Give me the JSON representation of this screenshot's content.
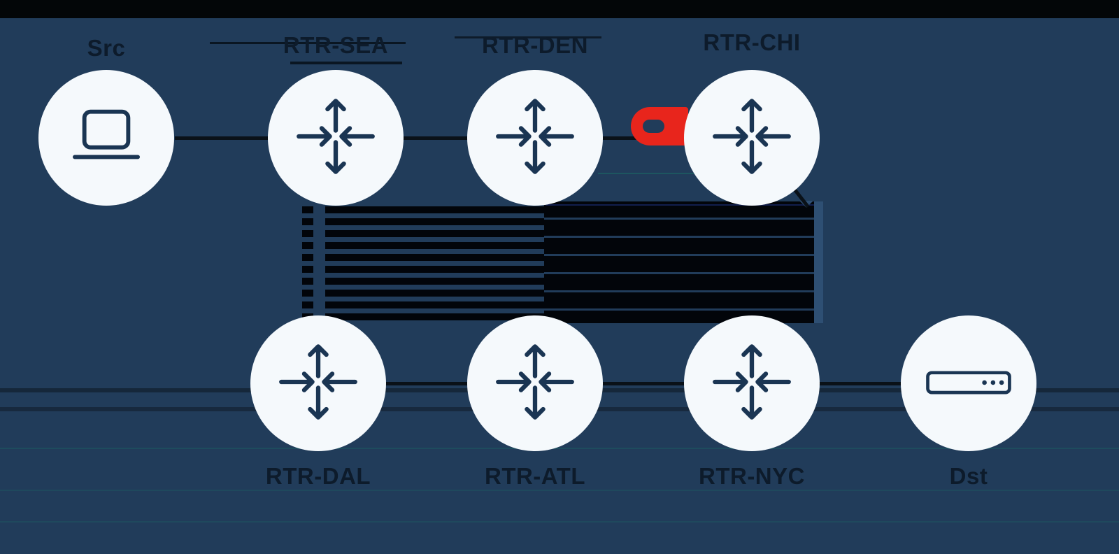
{
  "diagram": {
    "title": "network-path-failover-topology",
    "type": "network-topology",
    "background_color": "#213C5A",
    "page_band_color": "#030608",
    "node_fill": "#F5F9FC",
    "icon_stroke": "#1A3553",
    "link_color": "#0A1118",
    "label_color": "#0D1B2B",
    "broken_link_color": "#E8251C"
  },
  "nodes": [
    {
      "label": "Src",
      "icon": "laptop-icon",
      "role": "source",
      "row": "top"
    },
    {
      "label": "RTR-SEA",
      "icon": "router-icon",
      "role": "router",
      "row": "top"
    },
    {
      "label": "RTR-DEN",
      "icon": "router-icon",
      "role": "router",
      "row": "top"
    },
    {
      "label": "RTR-CHI",
      "icon": "router-icon",
      "role": "router",
      "row": "top"
    },
    {
      "label": "RTR-DAL",
      "icon": "router-icon",
      "role": "router",
      "row": "bottom"
    },
    {
      "label": "RTR-ATL",
      "icon": "router-icon",
      "role": "router",
      "row": "bottom"
    },
    {
      "label": "RTR-NYC",
      "icon": "router-icon",
      "role": "router",
      "row": "bottom"
    },
    {
      "label": "Dst",
      "icon": "server-icon",
      "role": "destination",
      "row": "bottom"
    }
  ],
  "links": [
    {
      "from": "Src",
      "to": "RTR-SEA",
      "status": "up"
    },
    {
      "from": "RTR-SEA",
      "to": "RTR-DEN",
      "status": "up"
    },
    {
      "from": "RTR-DEN",
      "to": "RTR-CHI",
      "status": "down"
    },
    {
      "from": "RTR-SEA",
      "to": "RTR-DAL",
      "status": "up"
    },
    {
      "from": "RTR-DAL",
      "to": "RTR-ATL",
      "status": "up"
    },
    {
      "from": "RTR-ATL",
      "to": "RTR-NYC",
      "status": "up"
    },
    {
      "from": "RTR-NYC",
      "to": "RTR-CHI",
      "status": "up"
    },
    {
      "from": "RTR-NYC",
      "to": "Dst",
      "status": "up"
    }
  ]
}
